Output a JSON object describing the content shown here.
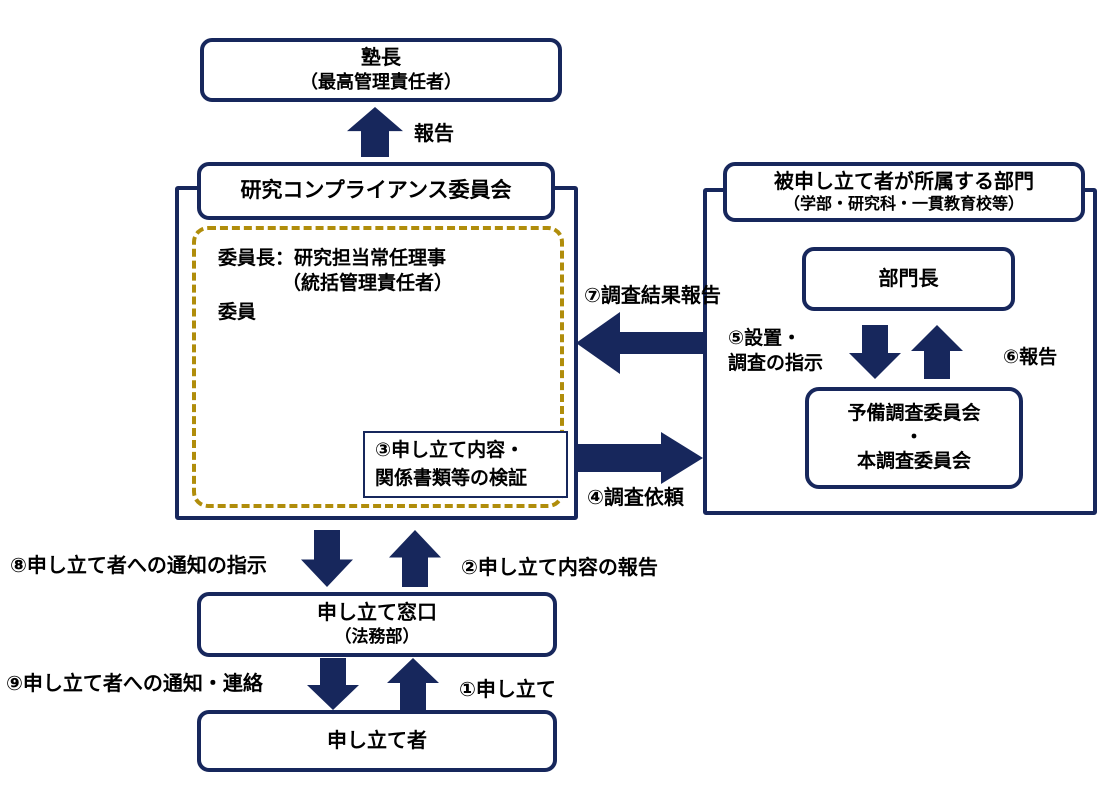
{
  "colors": {
    "navy": "#17275c",
    "gold": "#b08d0b"
  },
  "nodes": {
    "president": {
      "title": "塾長",
      "subtitle": "（最高管理責任者）"
    },
    "committee": {
      "title": "研究コンプライアンス委員会",
      "chair_line1": "委員長：研究担当常任理事",
      "chair_line2": "（統括管理責任者）",
      "members": "委員"
    },
    "verification": {
      "line1": "③申し立て内容・",
      "line2": "関係書類等の検証"
    },
    "department": {
      "title": "被申し立て者が所属する部門",
      "subtitle": "（学部・研究科・一貫教育校等）"
    },
    "department_head": {
      "title": "部門長"
    },
    "investigation": {
      "line1": "予備調査委員会",
      "line2": "・",
      "line3": "本調査委員会"
    },
    "contact_desk": {
      "title": "申し立て窓口",
      "subtitle": "（法務部）"
    },
    "claimant": {
      "title": "申し立て者"
    }
  },
  "labels": {
    "report_to_president": "報告",
    "step1": "①申し立て",
    "step2": "②申し立て内容の報告",
    "step4": "④調査依頼",
    "step5_line1": "⑤設置・",
    "step5_line2": "調査の指示",
    "step6": "⑥報告",
    "step7": "⑦調査結果報告",
    "step8": "⑧申し立て者への通知の指示",
    "step9": "⑨申し立て者への通知・連絡"
  }
}
